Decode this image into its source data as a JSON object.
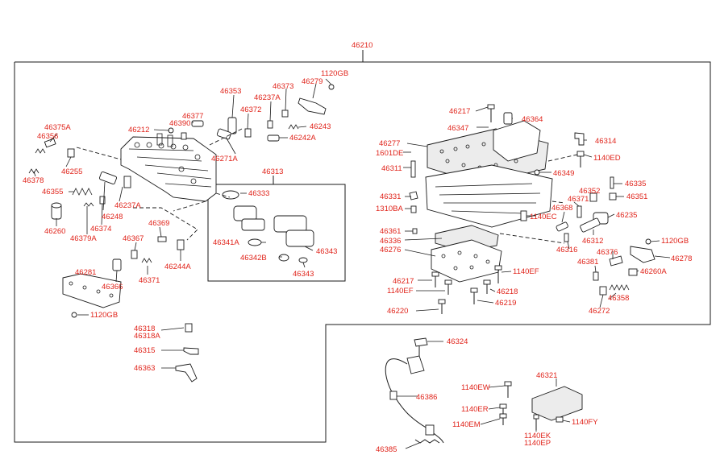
{
  "assembly": {
    "number": "46210"
  },
  "labels": {
    "l_1120GB_top": "1120GB",
    "l_46279": "46279",
    "l_46373": "46373",
    "l_46237A_top": "46237A",
    "l_46353": "46353",
    "l_46372": "46372",
    "l_46377": "46377",
    "l_46390": "46390",
    "l_46212": "46212",
    "l_46243": "46243",
    "l_46242A": "46242A",
    "l_46271A": "46271A",
    "l_46375A": "46375A",
    "l_46356": "46356",
    "l_46255": "46255",
    "l_46378": "46378",
    "l_46355": "46355",
    "l_46237A": "46237A",
    "l_46248": "46248",
    "l_46374": "46374",
    "l_46260": "46260",
    "l_46379A": "46379A",
    "l_46313": "46313",
    "l_46333": "46333",
    "l_46341A": "46341A",
    "l_46343a": "46343",
    "l_46342B": "46342B",
    "l_46343b": "46343",
    "l_46369": "46369",
    "l_46367": "46367",
    "l_46244A": "46244A",
    "l_46281": "46281",
    "l_46366": "46366",
    "l_46371": "46371",
    "l_1120GB_bot": "1120GB",
    "l_46318": "46318",
    "l_46318A": "46318A",
    "l_46315": "46315",
    "l_46363": "46363",
    "l_46217_top": "46217",
    "l_46364": "46364",
    "l_46347": "46347",
    "l_46314": "46314",
    "l_46277": "46277",
    "l_1601DE": "1601DE",
    "l_1140ED": "1140ED",
    "l_46311": "46311",
    "l_46349": "46349",
    "l_46335": "46335",
    "l_46352": "46352",
    "l_46331": "46331",
    "l_46371r": "46371",
    "l_46351": "46351",
    "l_1310BA": "1310BA",
    "l_46368": "46368",
    "l_1140EC": "1140EC",
    "l_46235": "46235",
    "l_46361": "46361",
    "l_46336": "46336",
    "l_46312": "46312",
    "l_1120GB_r": "1120GB",
    "l_46276": "46276",
    "l_46316": "46316",
    "l_46376": "46376",
    "l_46278": "46278",
    "l_46381": "46381",
    "l_46260A": "46260A",
    "l_1140EF_r": "1140EF",
    "l_46217_bot": "46217",
    "l_1140EF_l": "1140EF",
    "l_46218": "46218",
    "l_46358": "46358",
    "l_46219": "46219",
    "l_46220": "46220",
    "l_46272": "46272",
    "l_46324": "46324",
    "l_46321": "46321",
    "l_1140EW": "1140EW",
    "l_46386": "46386",
    "l_1140ER": "1140ER",
    "l_1140EM": "1140EM",
    "l_1140FY": "1140FY",
    "l_1140EK": "1140EK",
    "l_1140EP": "1140EP",
    "l_46385": "46385"
  }
}
